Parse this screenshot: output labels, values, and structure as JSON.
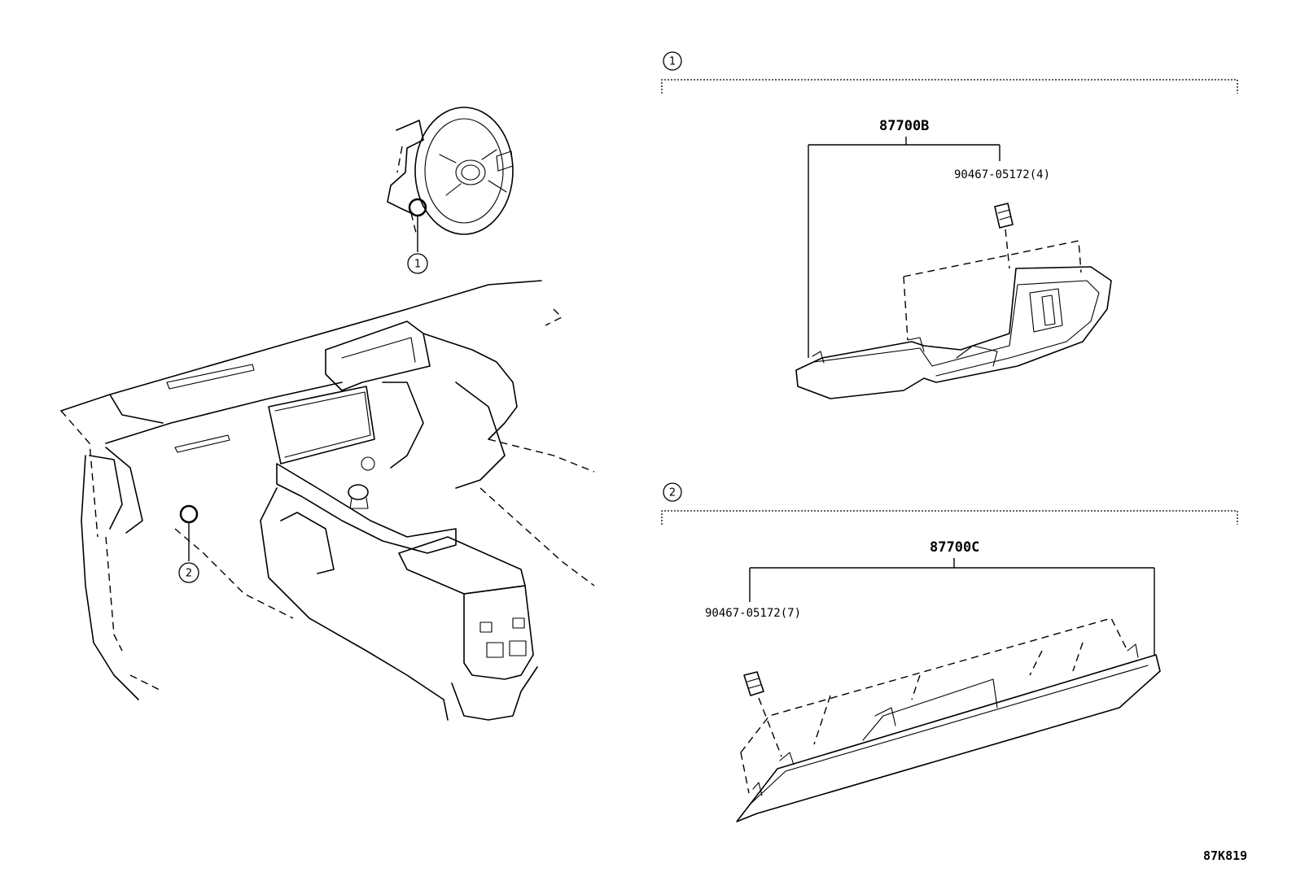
{
  "callouts": {
    "ref_1": "1",
    "ref_2": "2"
  },
  "sections": [
    {
      "number": "1",
      "assembly_part": "87700B",
      "clip_part": "90467-05172(4)"
    },
    {
      "number": "2",
      "assembly_part": "87700C",
      "clip_part": "90467-05172(7)"
    }
  ],
  "figure_code": "87K819"
}
